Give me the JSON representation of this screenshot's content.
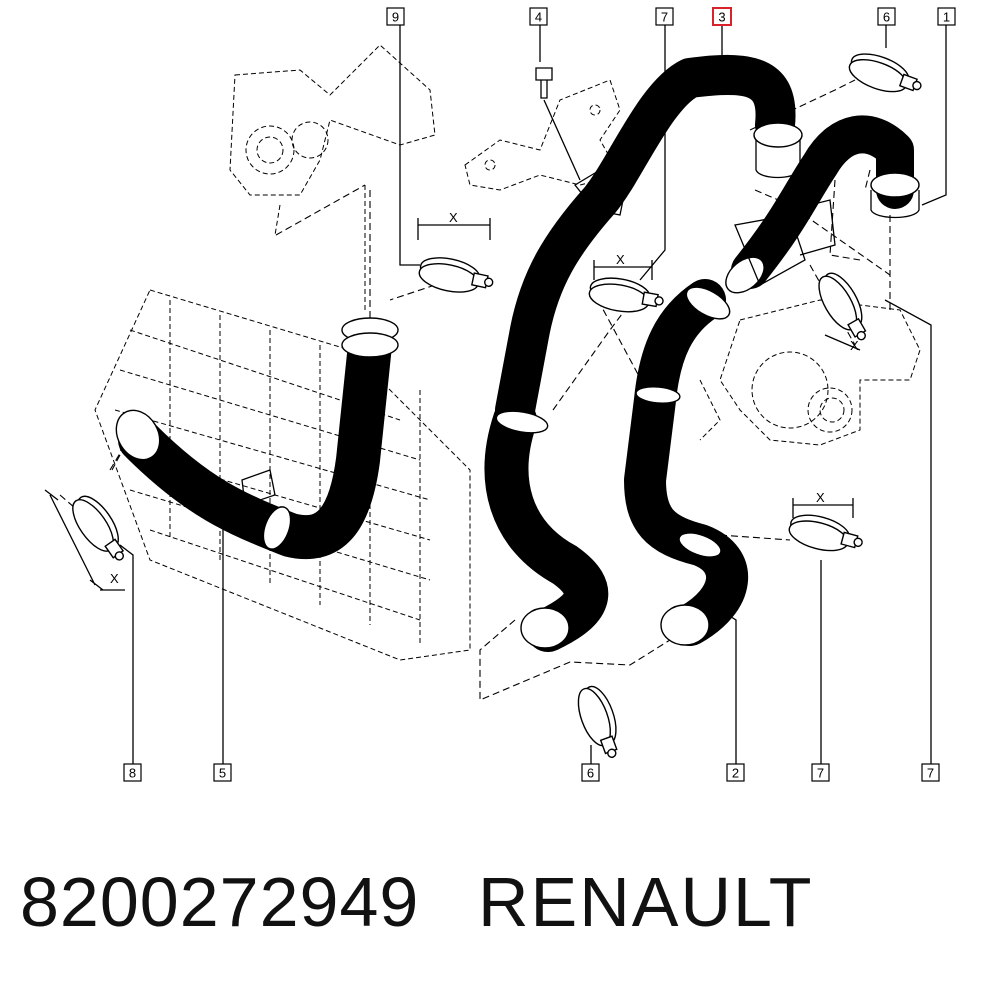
{
  "callouts": [
    {
      "label": "9"
    },
    {
      "label": "4"
    },
    {
      "label": "7"
    },
    {
      "label": "3"
    },
    {
      "label": "6"
    },
    {
      "label": "1"
    },
    {
      "label": "8"
    },
    {
      "label": "5"
    },
    {
      "label": "6"
    },
    {
      "label": "2"
    },
    {
      "label": "7"
    },
    {
      "label": "7"
    }
  ],
  "highlighted_callout": "3",
  "highlight_color": "#d8232a",
  "dimension_marker": "X",
  "footer": {
    "part_number": "8200272949",
    "brand": "RENAULT"
  }
}
